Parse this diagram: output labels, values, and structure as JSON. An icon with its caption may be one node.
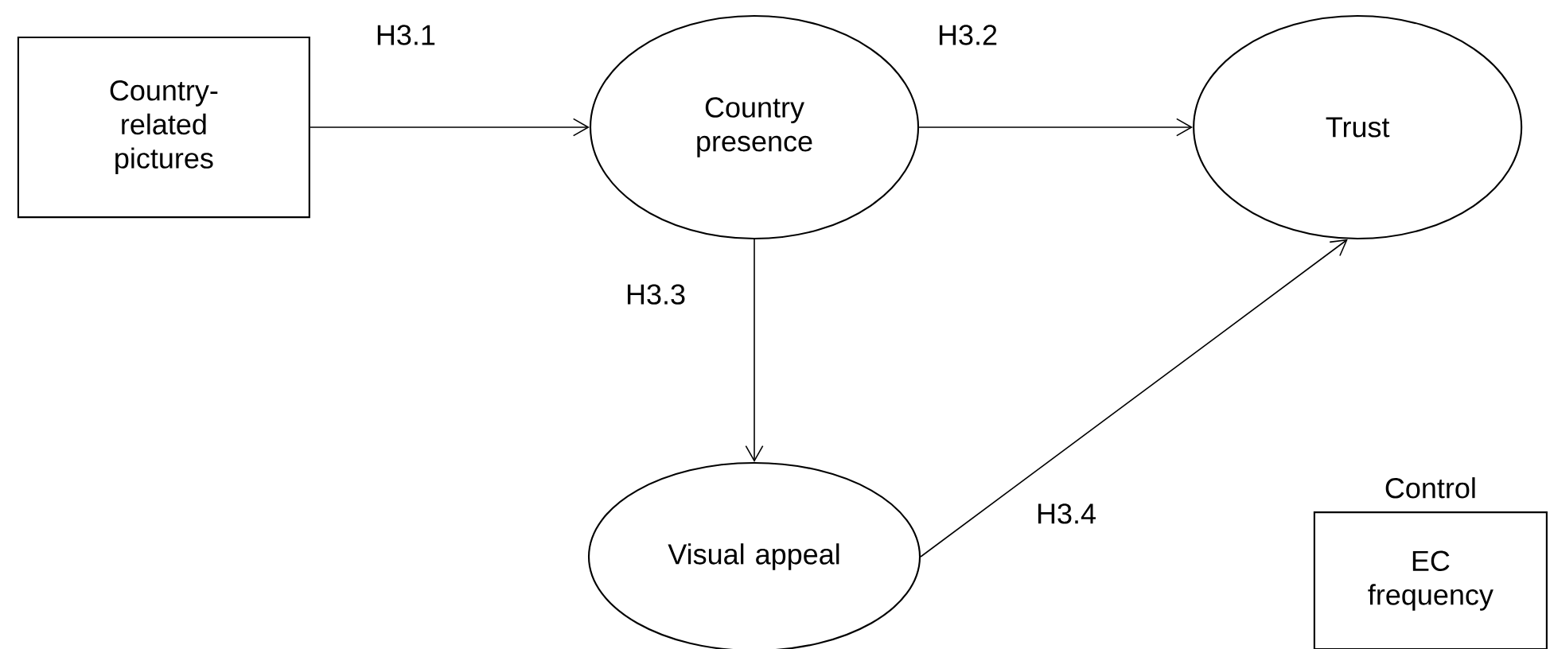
{
  "diagram": {
    "nodes": [
      {
        "text": [
          "Country-related pictures"
        ]
      },
      {
        "text": [
          "Country presence"
        ]
      },
      {
        "text": [
          "Trust"
        ]
      },
      {
        "text": [
          "Visual appeal"
        ]
      },
      {
        "text": [
          "Control",
          "EC frequency"
        ]
      }
    ],
    "edges": [
      {
        "from": 0,
        "to": 1,
        "arrow": "to",
        "label": "H3.1"
      },
      {
        "from": 1,
        "to": 2,
        "arrow": "to",
        "label": "H3.2"
      },
      {
        "from": 1,
        "to": 3,
        "arrow": "to",
        "label": "H3.3"
      },
      {
        "from": 3,
        "to": 2,
        "arrow": "to",
        "label": "H3.4"
      }
    ]
  }
}
